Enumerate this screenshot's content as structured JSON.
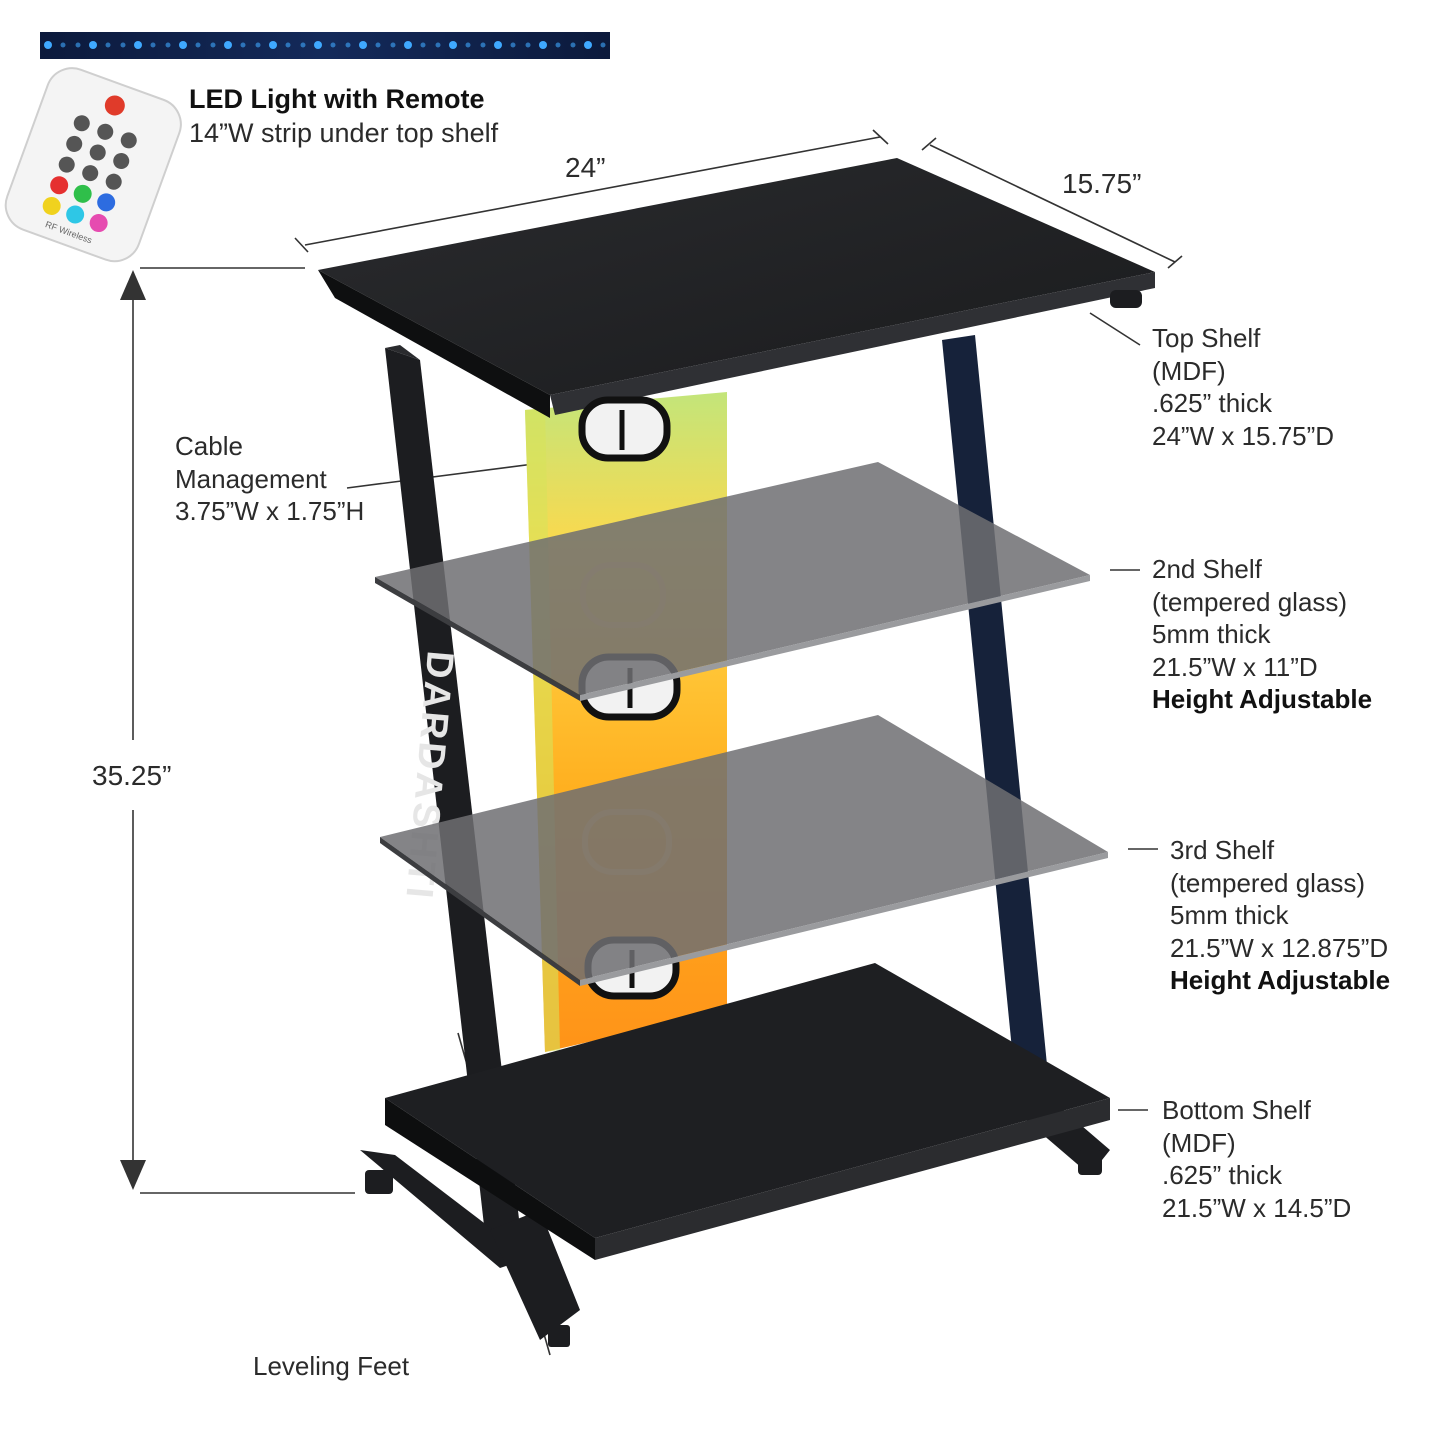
{
  "led": {
    "title": "LED Light with Remote",
    "subtitle": "14”W strip under top shelf"
  },
  "remote": {
    "label": "RF Wireless"
  },
  "brand": "DARDASHTI",
  "dimensions": {
    "width": "24”",
    "depth": "15.75”",
    "height": "35.25”"
  },
  "callouts": {
    "cable": [
      "Cable",
      "Management",
      "3.75”W x 1.75”H"
    ],
    "top_shelf": [
      "Top Shelf",
      "(MDF)",
      ".625”  thick",
      "24”W x 15.75”D"
    ],
    "second_shelf": [
      "2nd Shelf",
      "(tempered glass)",
      "5mm thick",
      "21.5”W x 11”D",
      "Height Adjustable"
    ],
    "third_shelf": [
      "3rd Shelf",
      "(tempered glass)",
      "5mm thick",
      "21.5”W x 12.875”D",
      "Height Adjustable"
    ],
    "bottom_shelf": [
      "Bottom Shelf",
      "(MDF)",
      ".625”  thick",
      "21.5”W x 14.5”D"
    ],
    "feet": "Leveling Feet"
  },
  "colors": {
    "frame": "#1c1d20",
    "led_strip": "#3fa9ff",
    "cable_panel_top": "#b8e070",
    "cable_panel_bottom": "#ff9a1a",
    "glass": "#6e6f72"
  }
}
